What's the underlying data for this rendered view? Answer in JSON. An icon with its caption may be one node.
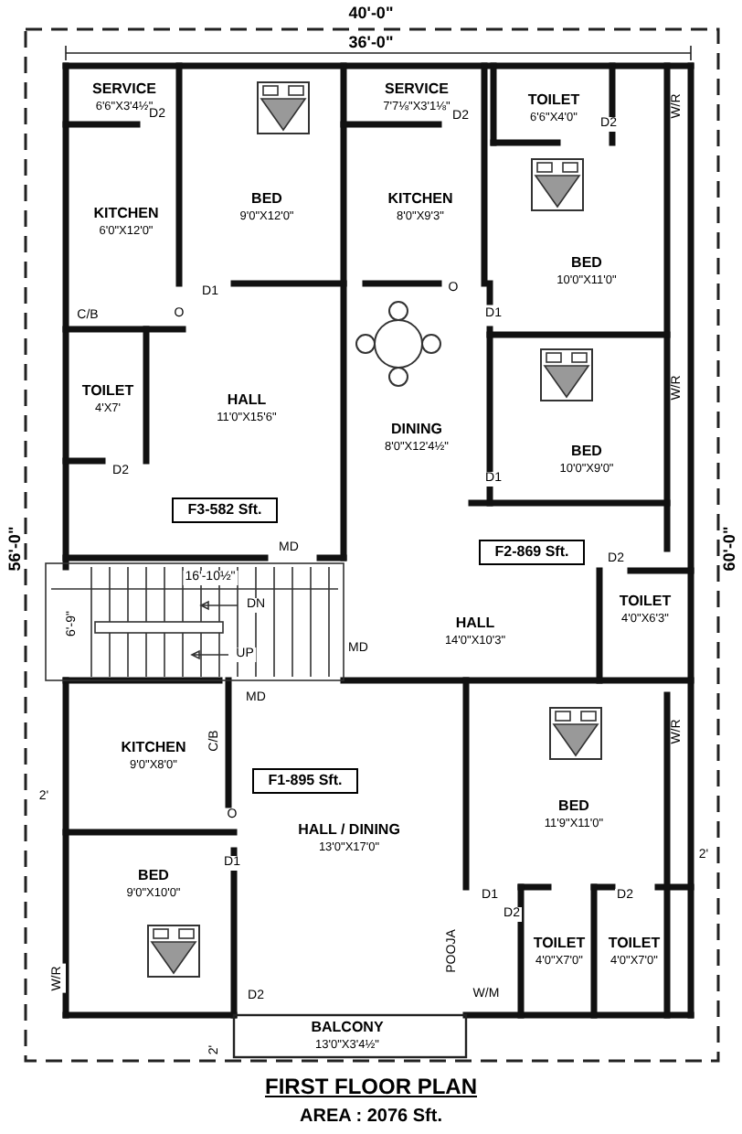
{
  "diagram": {
    "title": "FIRST FLOOR PLAN",
    "caption": "AREA : 2076 Sft.",
    "nodes": [
      {
        "text": [
          "SERVICE",
          "6'6\"X3'4½\""
        ]
      },
      {
        "text": [
          "KITCHEN",
          "6'0\"X12'0\""
        ]
      },
      {
        "text": [
          "BED",
          "9'0\"X12'0\""
        ]
      },
      {
        "text": [
          "TOILET",
          "4'X7'"
        ]
      },
      {
        "text": [
          "HALL",
          "11'0\"X15'6\""
        ]
      },
      {
        "text": [
          "F3-582 Sft."
        ],
        "in": 4
      },
      {
        "text": [
          "SERVICE",
          "7'7⅛\"X3'1⅛\""
        ]
      },
      {
        "text": [
          "KITCHEN",
          "8'0\"X9'3\""
        ]
      },
      {
        "text": [
          "TOILET",
          "6'6\"X4'0\""
        ]
      },
      {
        "text": [
          "BED",
          "10'0\"X11'0\""
        ]
      },
      {
        "text": [
          "DINING",
          "8'0\"X12'4½\""
        ]
      },
      {
        "text": [
          "BED",
          "10'0\"X9'0\""
        ]
      },
      {
        "text": [
          "HALL",
          "14'0\"X10'3\""
        ]
      },
      {
        "text": [
          "F2-869 Sft."
        ],
        "in": 12
      },
      {
        "text": [
          "TOILET",
          "4'0\"X6'3\""
        ]
      },
      {
        "text": [
          "KITCHEN",
          "9'0\"X8'0\""
        ]
      },
      {
        "text": [
          "HALL / DINING",
          "13'0\"X17'0\""
        ]
      },
      {
        "text": [
          "F1-895 Sft."
        ],
        "in": 16
      },
      {
        "text": [
          "BED",
          "11'9\"X11'0\""
        ]
      },
      {
        "text": [
          "BED",
          "9'0\"X10'0\""
        ]
      },
      {
        "text": [
          "TOILET",
          "4'0\"X7'0\""
        ]
      },
      {
        "text": [
          "TOILET",
          "4'0\"X7'0\""
        ]
      },
      {
        "text": [
          "BALCONY",
          "13'0\"X3'4½\""
        ]
      }
    ],
    "labels": [
      "40'-0\"",
      "36'-0\"",
      "D2",
      "D2",
      "D2",
      "W/R",
      "D1",
      "O",
      "O",
      "C/B",
      "D1",
      "56'-0\"",
      "60'-0\"",
      "W/R",
      "D1",
      "D2",
      "MD",
      "D2",
      "16'-10½\"",
      "DN",
      "6'-9\"",
      "UP",
      "MD",
      "MD",
      "C/B",
      "W/R",
      "O",
      "2'",
      "D1",
      "2'",
      "D1",
      "D2",
      "D2",
      "POOJA",
      "D2",
      "W/M",
      "W/R",
      "2'"
    ]
  }
}
